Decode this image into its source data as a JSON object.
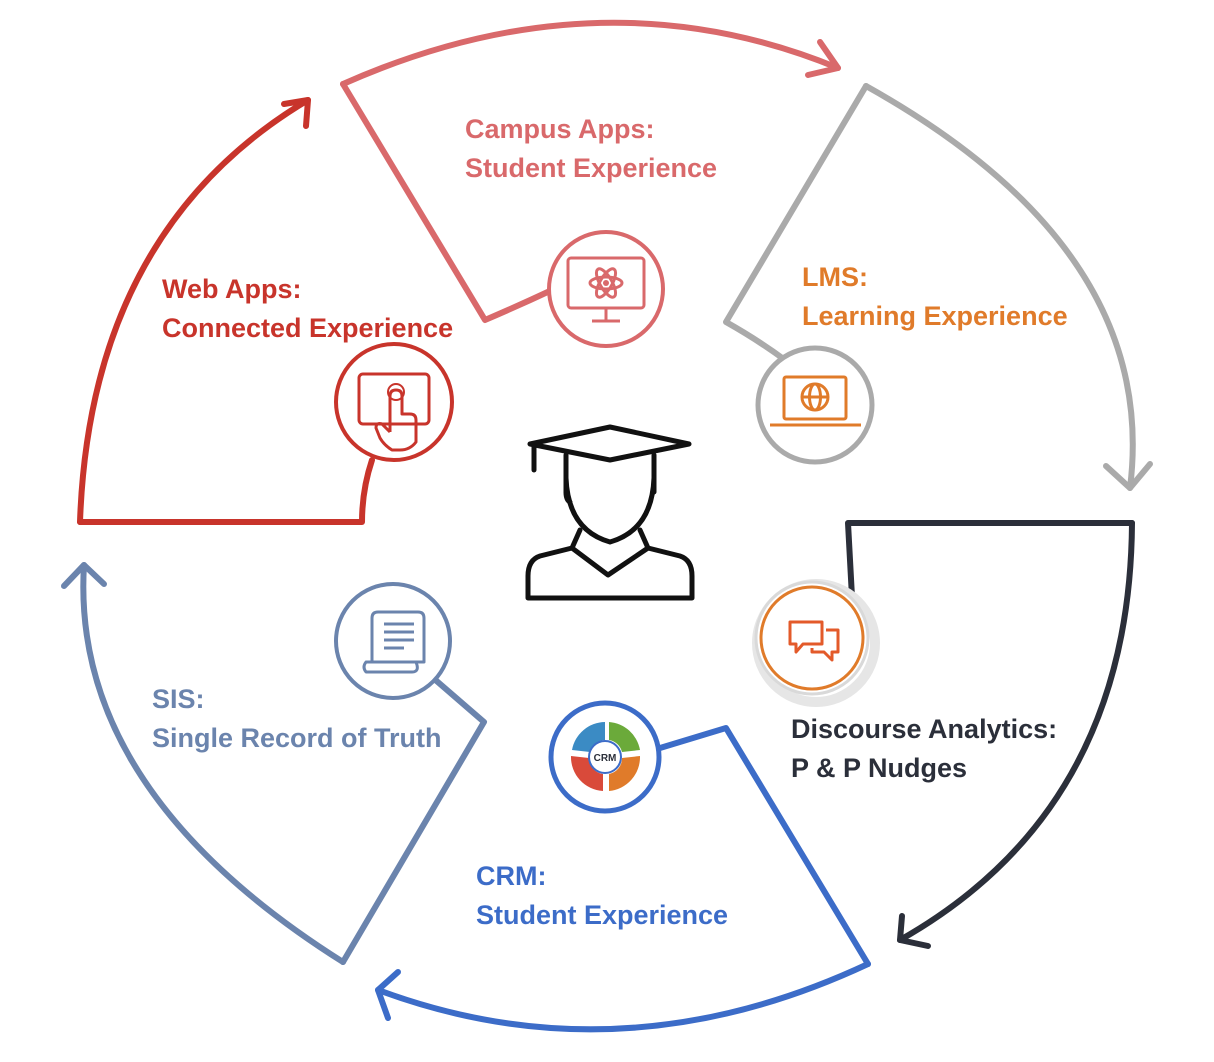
{
  "segments": [
    {
      "id": "campus",
      "title": "Campus Apps:",
      "subtitle": "Student Experience",
      "color": "#D9696B",
      "icon": "monitor-atom-icon"
    },
    {
      "id": "lms",
      "title": "LMS:",
      "subtitle": "Learning Experience",
      "color": "#E07B2A",
      "ring_color": "#AAAAAA",
      "icon": "laptop-globe-icon"
    },
    {
      "id": "discourse",
      "title": "Discourse Analytics:",
      "subtitle": "P & P Nudges",
      "color": "#2B2F3A",
      "accent": "#E35A2A",
      "icon": "chat-bubbles-icon"
    },
    {
      "id": "crm",
      "title": "CRM:",
      "subtitle": "Student Experience",
      "color": "#3C6CC8",
      "icon": "crm-cycle-icon",
      "icon_text": "CRM"
    },
    {
      "id": "sis",
      "title": "SIS:",
      "subtitle": "Single Record of Truth",
      "color": "#6B84AD",
      "icon": "scroll-document-icon"
    },
    {
      "id": "web",
      "title": "Web Apps:",
      "subtitle": "Connected Experience",
      "color": "#C8342B",
      "icon": "touch-tablet-icon"
    }
  ],
  "center": {
    "icon": "graduate-student-icon"
  }
}
